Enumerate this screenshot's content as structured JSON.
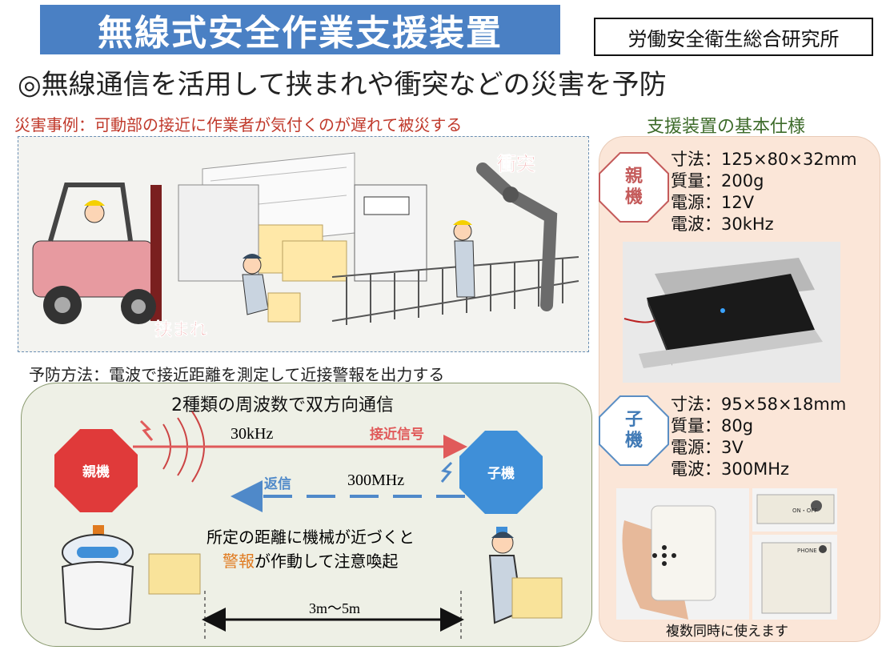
{
  "title": "無線式安全作業支援装置",
  "organization": "労働安全衛生総合研究所",
  "headline": "◎無線通信を活用して挟まれや衝突などの災害を予防",
  "disaster": {
    "heading": "災害事例：可動部の接近に作業者が気付くのが遅れて被災する",
    "label_crush": "挟まれ",
    "label_collision": "衝突"
  },
  "prevention": {
    "heading": "予防方法：電波で接近距離を測定して近接警報を出力する",
    "subtitle": "2種類の周波数で双方向通信",
    "parent_label": "親機",
    "child_label": "子機",
    "freq_forward": "30kHz",
    "signal_forward": "接近信号",
    "freq_reply": "300MHz",
    "signal_reply": "返信",
    "note_line1": "所定の距離に機械が近づくと",
    "note_alarm": "警報",
    "note_line2_rest": "が作動して注意喚起",
    "distance": "3m〜5m"
  },
  "specs": {
    "heading": "支援装置の基本仕様",
    "parent": {
      "badge": "親\n機",
      "lines": [
        "寸法：125×80×32mm",
        "質量：200g",
        "電源：12V",
        "電波：30kHz"
      ]
    },
    "child": {
      "badge": "子\n機",
      "lines": [
        "寸法：95×58×18mm",
        "質量：80g",
        "電源：3V",
        "電波：300MHz"
      ]
    },
    "photo_label_a": "ON・OFF",
    "photo_label_b": "PHONE",
    "caption": "複数同時に使えます"
  },
  "colors": {
    "banner": "#4a80c4",
    "red_accent": "#c0392b",
    "green_heading": "#3d6b2a",
    "parent_octagon": "#e03a3a",
    "child_octagon": "#3f8fd8",
    "alarm_orange": "#e07a1f"
  }
}
